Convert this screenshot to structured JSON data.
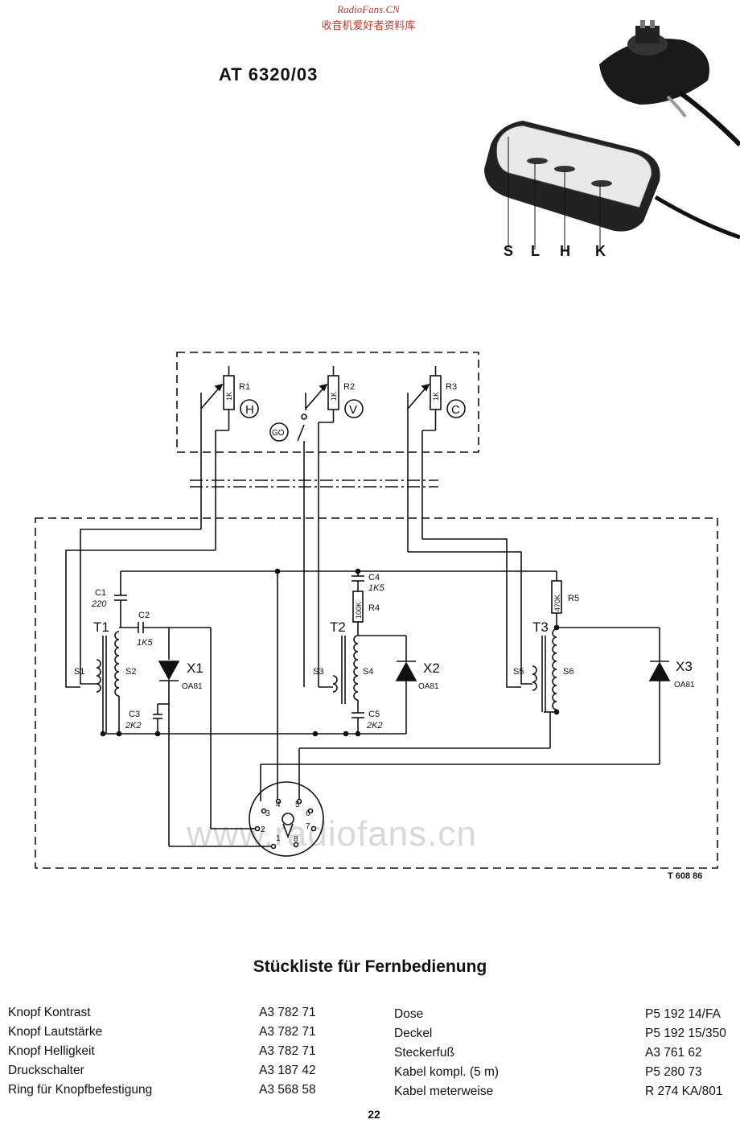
{
  "header": {
    "site": "RadioFans.CN",
    "site_cn": "收音机爱好者资料库"
  },
  "model": "AT 6320/03",
  "photo_labels": [
    "S",
    "L",
    "H",
    "K"
  ],
  "components": {
    "R1": "R1",
    "R1v": "1K",
    "R2": "R2",
    "R2v": "1K",
    "R3": "R3",
    "R3v": "1K",
    "H": "H",
    "V": "V",
    "C": "C",
    "GO": "GO",
    "C1": "C1",
    "C1v": "220",
    "C2": "C2",
    "C2v": "1K5",
    "C3": "C3",
    "C3v": "2K2",
    "C4": "C4",
    "C4v": "1K5",
    "C5": "C5",
    "C5v": "2K2",
    "R4": "R4",
    "R4v": "100K",
    "R5": "R5",
    "R5v": "470K",
    "T1": "T1",
    "T2": "T2",
    "T3": "T3",
    "S1": "S1",
    "S2": "S2",
    "S3": "S3",
    "S4": "S4",
    "S5": "S5",
    "S6": "S6",
    "X1": "X1",
    "X2": "X2",
    "X3": "X3",
    "diode": "OA81",
    "pins": [
      "1",
      "2",
      "3",
      "4",
      "5",
      "6",
      "7",
      "8"
    ]
  },
  "drawing_no": "T 608 86",
  "watermark": "www.radiofans.cn",
  "parts_list": {
    "title": "Stückliste für Fernbedienung",
    "left": [
      {
        "name": "Knopf Kontrast",
        "code": "A3 782 71"
      },
      {
        "name": "Knopf Lautstärke",
        "code": "A3 782 71"
      },
      {
        "name": "Knopf Helligkeit",
        "code": "A3 782 71"
      },
      {
        "name": "Druckschalter",
        "code": "A3 187 42"
      },
      {
        "name": "Ring für Knopfbefestigung",
        "code": "A3 568 58"
      }
    ],
    "right": [
      {
        "name": "Dose",
        "code": "P5 192 14/FA"
      },
      {
        "name": "Deckel",
        "code": "P5 192 15/350"
      },
      {
        "name": "Steckerfuß",
        "code": "A3 761 62"
      },
      {
        "name": "Kabel kompl. (5 m)",
        "code": "P5 280 73"
      },
      {
        "name": "Kabel meterweise",
        "code": "R 274 KA/801"
      }
    ]
  },
  "page_number": "22"
}
